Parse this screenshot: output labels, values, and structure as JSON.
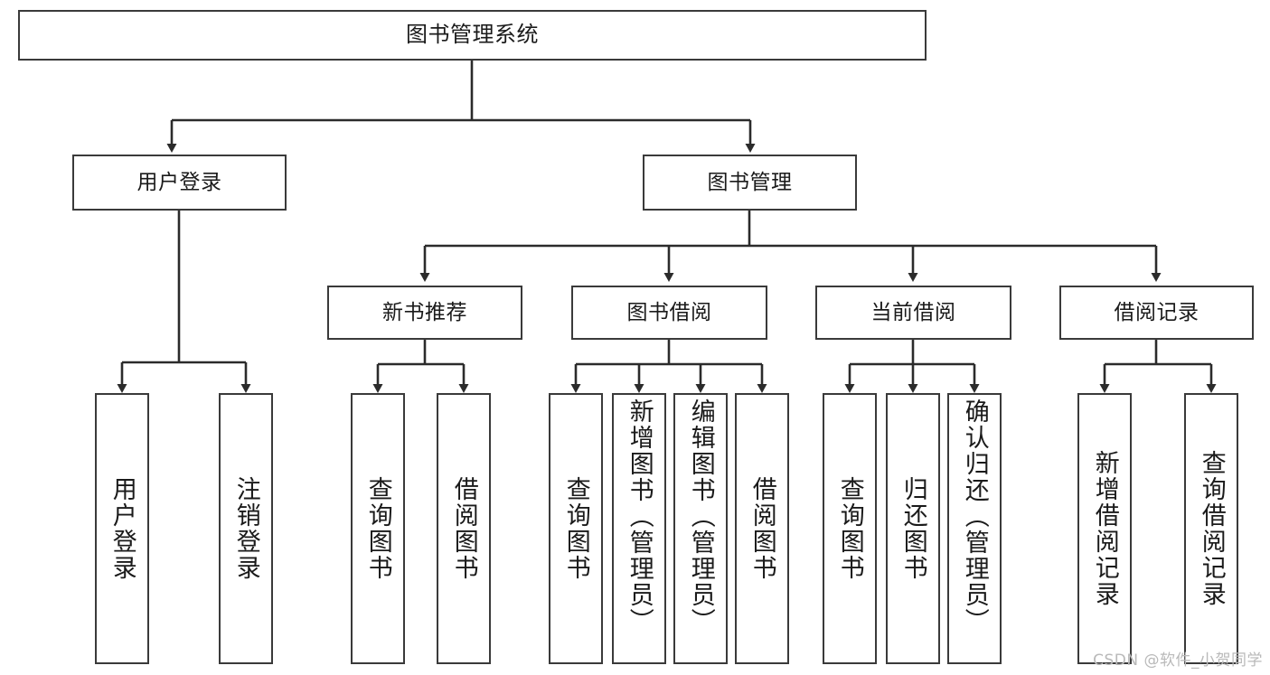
{
  "diagram": {
    "title": "图书管理系统",
    "type": "tree-hierarchy-chart",
    "watermark": "CSDN @软件_小贺同学",
    "colors": {
      "background": "#ffffff",
      "box_border": "#3a3a3a",
      "box_fill": "#ffffff",
      "connector": "#2b2b2b",
      "text": "#1a1a1a",
      "watermark": "#b9b9b9"
    }
  },
  "nodes": {
    "root": {
      "label": "图书管理系统"
    },
    "level2": [
      {
        "label": "用户登录"
      },
      {
        "label": "图书管理"
      }
    ],
    "level3": [
      {
        "label": "新书推荐"
      },
      {
        "label": "图书借阅"
      },
      {
        "label": "当前借阅"
      },
      {
        "label": "借阅记录"
      }
    ],
    "leaves": {
      "user_login": [
        {
          "label": "用户登录"
        },
        {
          "label": "注销登录"
        }
      ],
      "new_book_recommend": [
        {
          "label": "查询图书"
        },
        {
          "label": "借阅图书"
        }
      ],
      "book_borrow": [
        {
          "label": "查询图书"
        },
        {
          "label": "新增图书（管理员）"
        },
        {
          "label": "编辑图书（管理员）"
        },
        {
          "label": "借阅图书"
        }
      ],
      "current_borrow": [
        {
          "label": "查询图书"
        },
        {
          "label": "归还图书"
        },
        {
          "label": "确认归还（管理员）"
        }
      ],
      "borrow_record": [
        {
          "label": "新增借阅记录"
        },
        {
          "label": "查询借阅记录"
        }
      ]
    }
  }
}
